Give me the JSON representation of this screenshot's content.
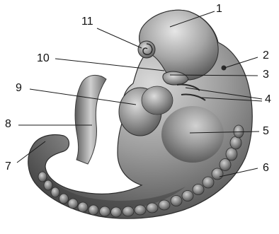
{
  "figure": {
    "background": "#ffffff",
    "body_color": "#6e6e6e",
    "line_color": "#1a1a1a",
    "labels": [
      {
        "id": "1",
        "text": "1"
      },
      {
        "id": "2",
        "text": "2"
      },
      {
        "id": "3",
        "text": "3"
      },
      {
        "id": "4",
        "text": "4"
      },
      {
        "id": "5",
        "text": "5"
      },
      {
        "id": "6",
        "text": "6"
      },
      {
        "id": "7",
        "text": "7"
      },
      {
        "id": "8",
        "text": "8"
      },
      {
        "id": "9",
        "text": "9"
      },
      {
        "id": "10",
        "text": "10"
      },
      {
        "id": "11",
        "text": "11"
      }
    ]
  }
}
